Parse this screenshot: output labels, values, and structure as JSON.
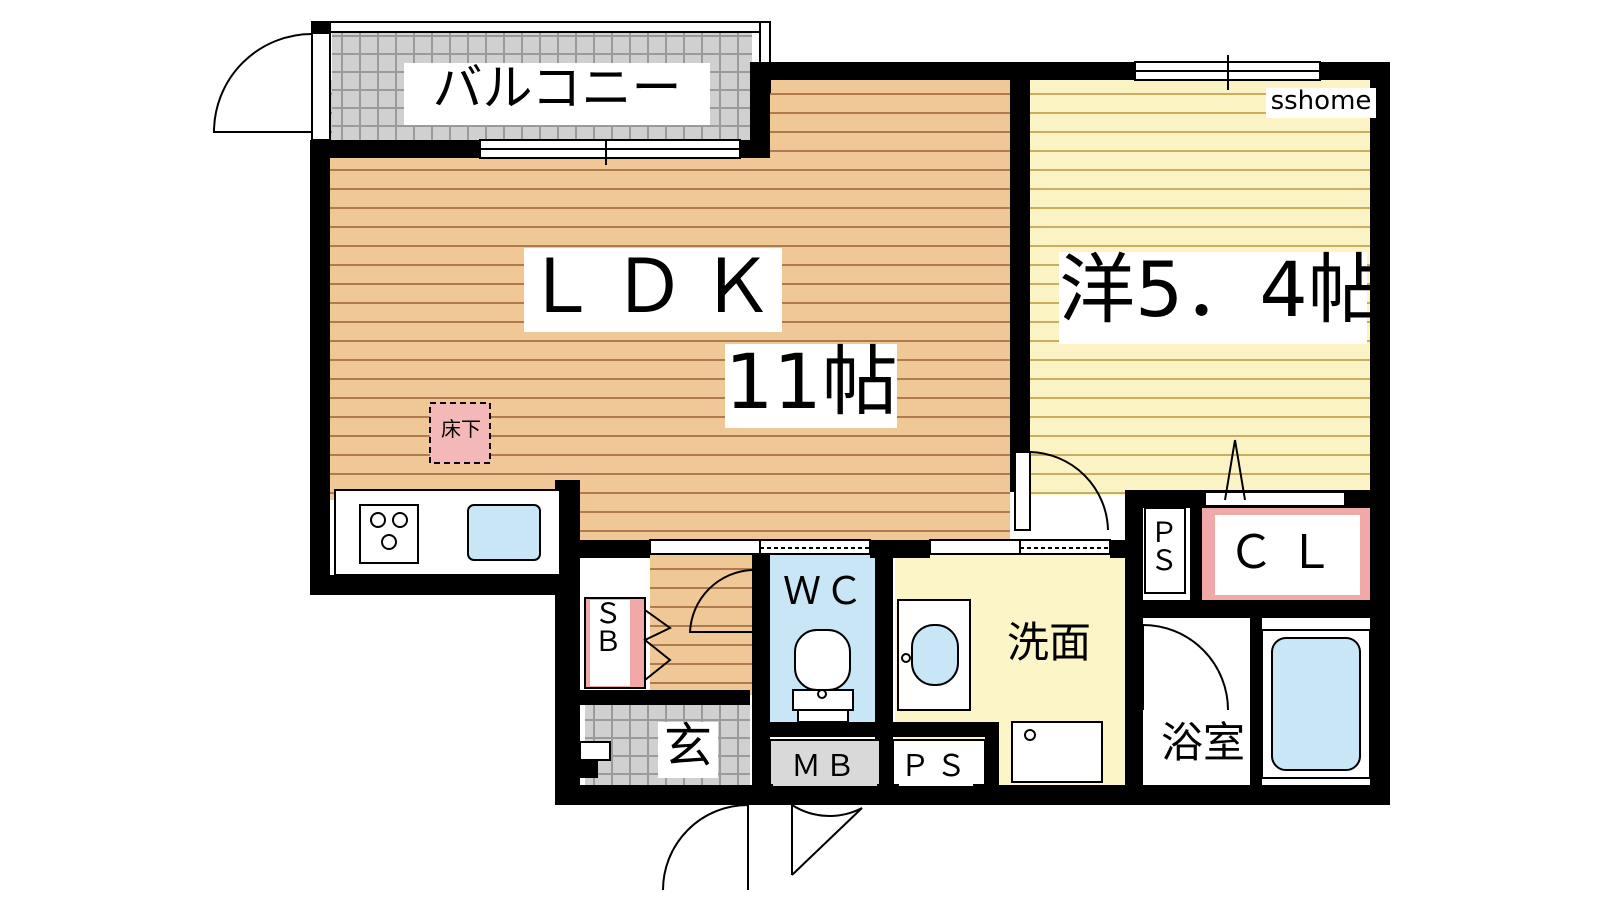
{
  "rooms": {
    "ldk_label": "ＬＤＫ",
    "ldk_size": "11帖",
    "western_room": "洋5．4帖",
    "balcony": "バルコニー",
    "toilet": "ＷＣ",
    "washroom": "洗面",
    "bathroom": "浴室",
    "closet": "ＣＬ",
    "pipe_space_1": "ＰＳ",
    "pipe_space_2": "ＰＳ",
    "shoe_box": "ＳＢ",
    "entrance": "玄",
    "meter_box": "ＭＢ",
    "underfloor_storage": "床下"
  },
  "logo": "sshome",
  "colors": {
    "wall": "#000000",
    "ldk_floor": "#f0c896",
    "western_floor": "#fbf3c3",
    "washroom_floor": "#fbf5c8",
    "fixture_blue": "#c8e6f5",
    "closet_pink": "#f0a8a8",
    "balcony_tile": "#a8a8a8"
  }
}
